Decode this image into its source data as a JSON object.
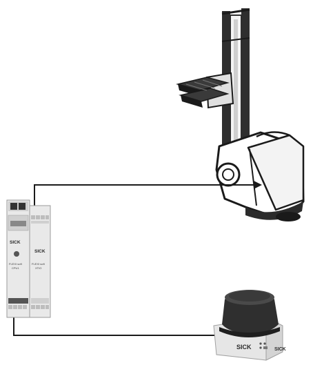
{
  "controller": {
    "brand": "SICK",
    "module1_name": "FLEXI soft",
    "module1_model": "CPU1",
    "module2_name": "FLEXI soft",
    "module2_model": "XTIO"
  },
  "scanner": {
    "brand": "SICK"
  },
  "colors": {
    "line": "#1a1a1a",
    "housing": "#e6e6e6",
    "dark": "#2b2b2b"
  }
}
